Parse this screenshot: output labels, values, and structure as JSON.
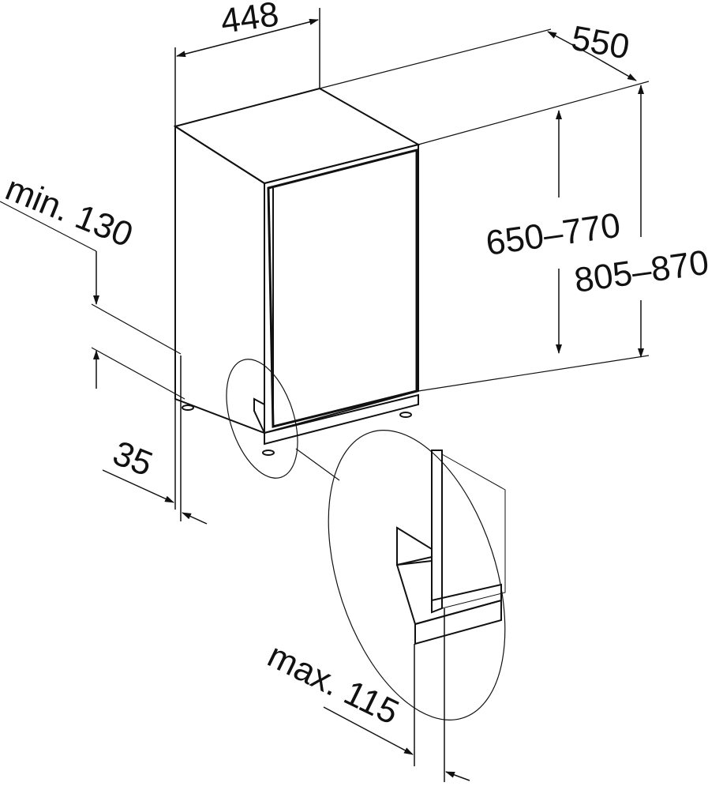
{
  "dimensions": {
    "width": "448",
    "depth": "550",
    "niche_height_door": "650–770",
    "niche_height": "805–870",
    "min_plinth": "min. 130",
    "plinth_depth": "35",
    "max_door_overhang": "max. 115"
  },
  "colors": {
    "line": "#111111",
    "panel": "#ebebeb",
    "background": "#ffffff"
  }
}
